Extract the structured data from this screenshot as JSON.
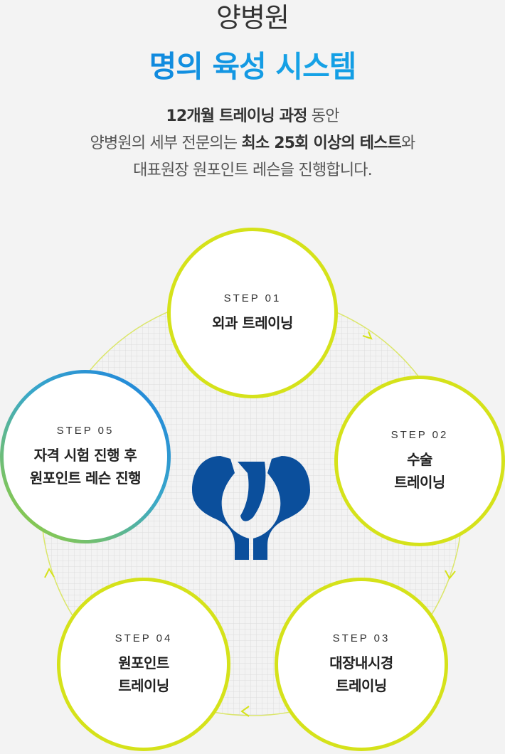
{
  "header": {
    "brand": "양병원",
    "headline": "명의 육성 시스템",
    "line1_bold": "12개월 트레이닝 과정",
    "line1_rest": " 동안",
    "line2_pre": "양병원의 세부 전문의는 ",
    "line2_bold": "최소 25회 이상의 테스트",
    "line2_post": "와",
    "line3": "대표원장 원포인트 레슨을 진행합니다."
  },
  "steps": [
    {
      "step": "STEP 01",
      "title": "외과 트레이닝"
    },
    {
      "step": "STEP 02",
      "title": "수술\n트레이닝"
    },
    {
      "step": "STEP 03",
      "title": "대장내시경\n트레이닝"
    },
    {
      "step": "STEP 04",
      "title": "원포인트\n트레이닝"
    },
    {
      "step": "STEP 05",
      "title": "자격 시험 진행 후\n원포인트 레슨 진행"
    }
  ],
  "colors": {
    "accent_lime": "#d5e21a",
    "headline_blue": "#0a84d8",
    "logo_blue": "#0b4f9c"
  },
  "logo_icon": "hospital-logo-icon"
}
